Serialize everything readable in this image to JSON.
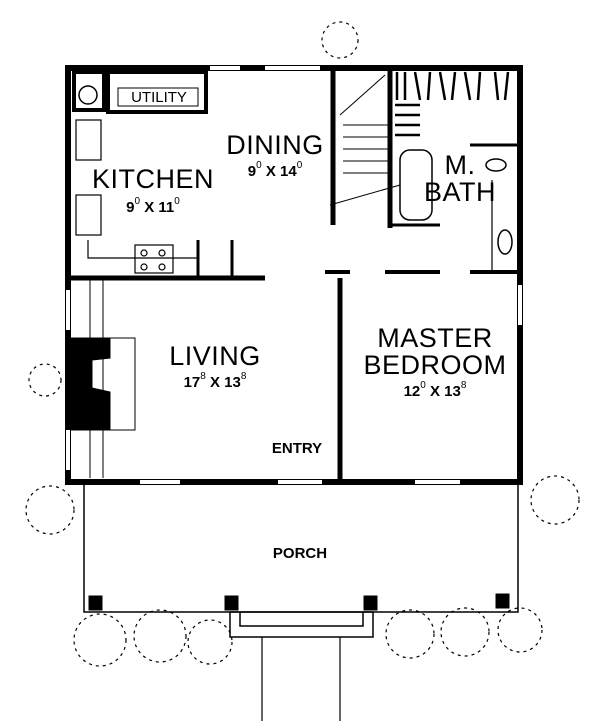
{
  "plan": {
    "rooms": [
      {
        "id": "utility",
        "name": "UTILITY"
      },
      {
        "id": "kitchen",
        "name": "KITCHEN",
        "dim_w": "9",
        "dim_w_sup": "0",
        "dim_l": "11",
        "dim_l_sup": "0",
        "x": "X"
      },
      {
        "id": "dining",
        "name": "DINING",
        "dim_w": "9",
        "dim_w_sup": "0",
        "dim_l": "14",
        "dim_l_sup": "0",
        "x": "X"
      },
      {
        "id": "mbath",
        "name_line1": "M.",
        "name_line2": "BATH"
      },
      {
        "id": "living",
        "name": "LIVING",
        "dim_w": "17",
        "dim_w_sup": "8",
        "dim_l": "13",
        "dim_l_sup": "8",
        "x": "X"
      },
      {
        "id": "master",
        "name_line1": "MASTER",
        "name_line2": "BEDROOM",
        "dim_w": "12",
        "dim_w_sup": "0",
        "dim_l": "13",
        "dim_l_sup": "8",
        "x": "X"
      },
      {
        "id": "entry",
        "name": "ENTRY"
      },
      {
        "id": "porch",
        "name": "PORCH"
      }
    ]
  }
}
